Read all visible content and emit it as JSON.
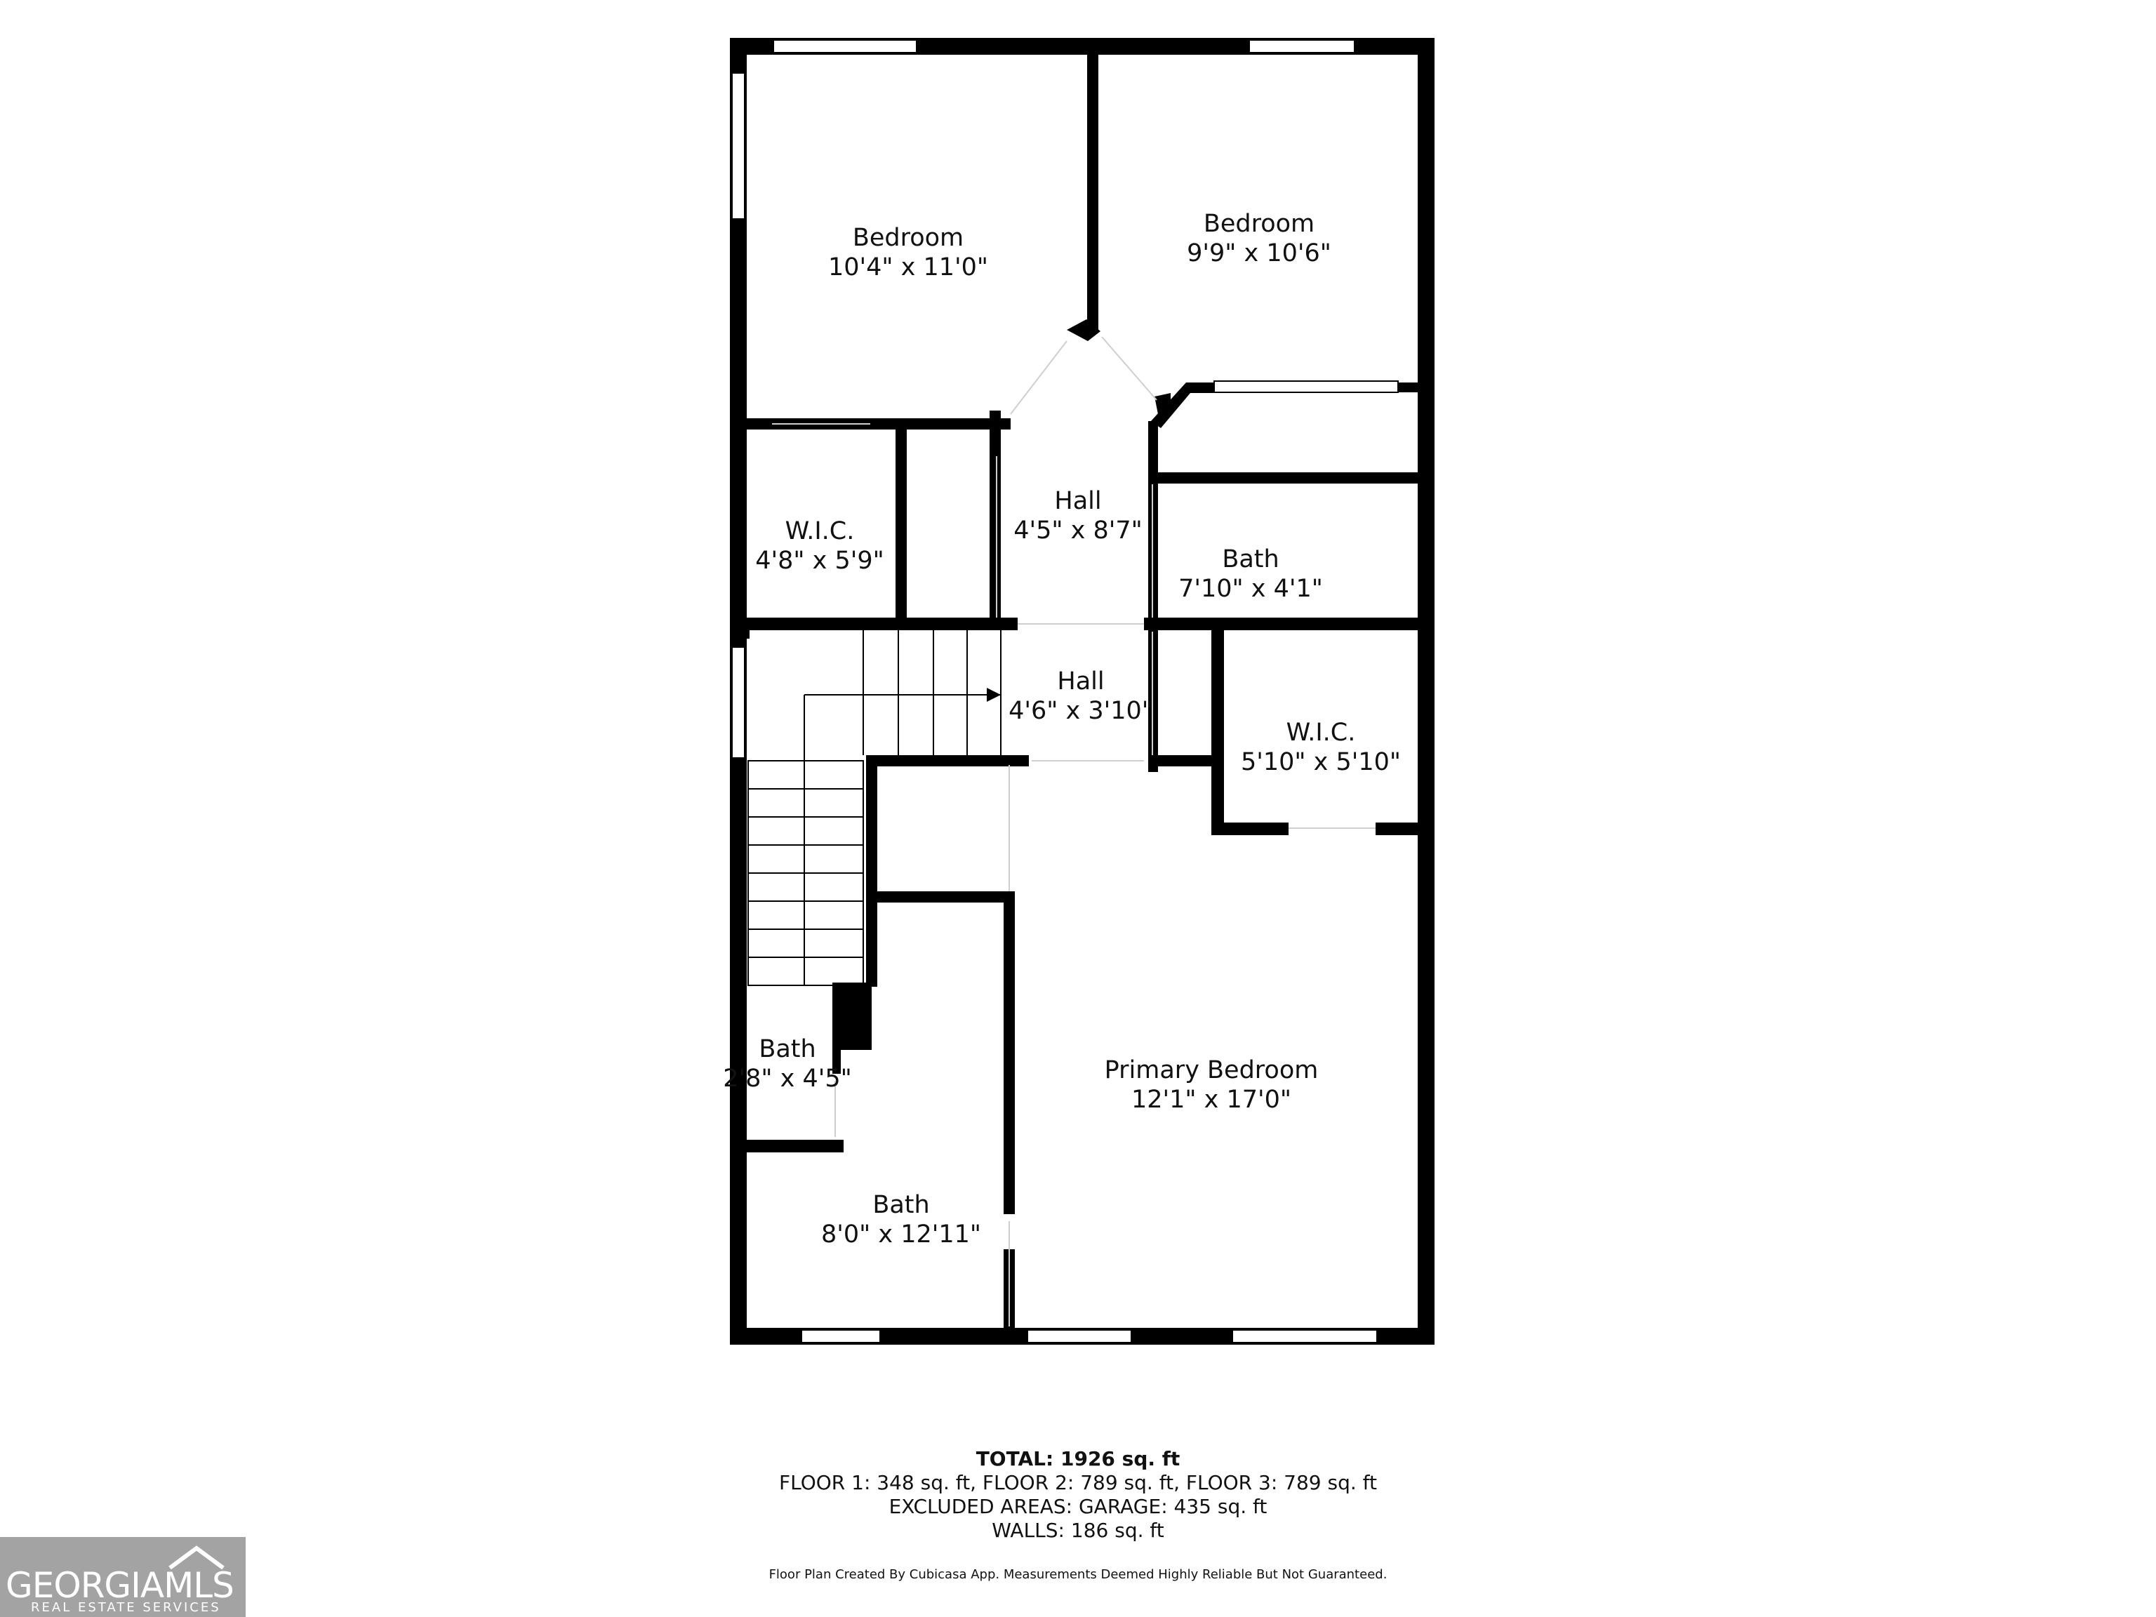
{
  "rooms": {
    "bedroom_nw": {
      "name": "Bedroom",
      "dims": "10'4\" x 11'0\""
    },
    "bedroom_ne": {
      "name": "Bedroom",
      "dims": "9'9\" x 10'6\""
    },
    "hall_upper": {
      "name": "Hall",
      "dims": "4'5\" x 8'7\""
    },
    "wic_west": {
      "name": "W.I.C.",
      "dims": "4'8\" x 5'9\""
    },
    "bath_east": {
      "name": "Bath",
      "dims": "7'10\" x 4'1\""
    },
    "hall_lower": {
      "name": "Hall",
      "dims": "4'6\" x 3'10\""
    },
    "wic_east": {
      "name": "W.I.C.",
      "dims": "5'10\" x 5'10\""
    },
    "bath_small": {
      "name": "Bath",
      "dims": "2'8\" x 4'5\""
    },
    "primary_bedroom": {
      "name": "Primary Bedroom",
      "dims": "12'1\" x 17'0\""
    },
    "bath_main": {
      "name": "Bath",
      "dims": "8'0\" x 12'11\""
    }
  },
  "summary": {
    "total": "TOTAL: 1926 sq. ft",
    "floors": "FLOOR 1: 348 sq. ft, FLOOR 2: 789 sq. ft, FLOOR 3: 789 sq. ft",
    "excluded": "EXCLUDED AREAS: GARAGE: 435 sq. ft",
    "walls": "WALLS: 186 sq. ft"
  },
  "disclaimer": "Floor Plan Created By Cubicasa App. Measurements Deemed Highly Reliable But Not Guaranteed.",
  "logo": {
    "name": "GEORGIAMLS",
    "subtitle": "REAL ESTATE SERVICES",
    "icon": "roof-icon"
  }
}
